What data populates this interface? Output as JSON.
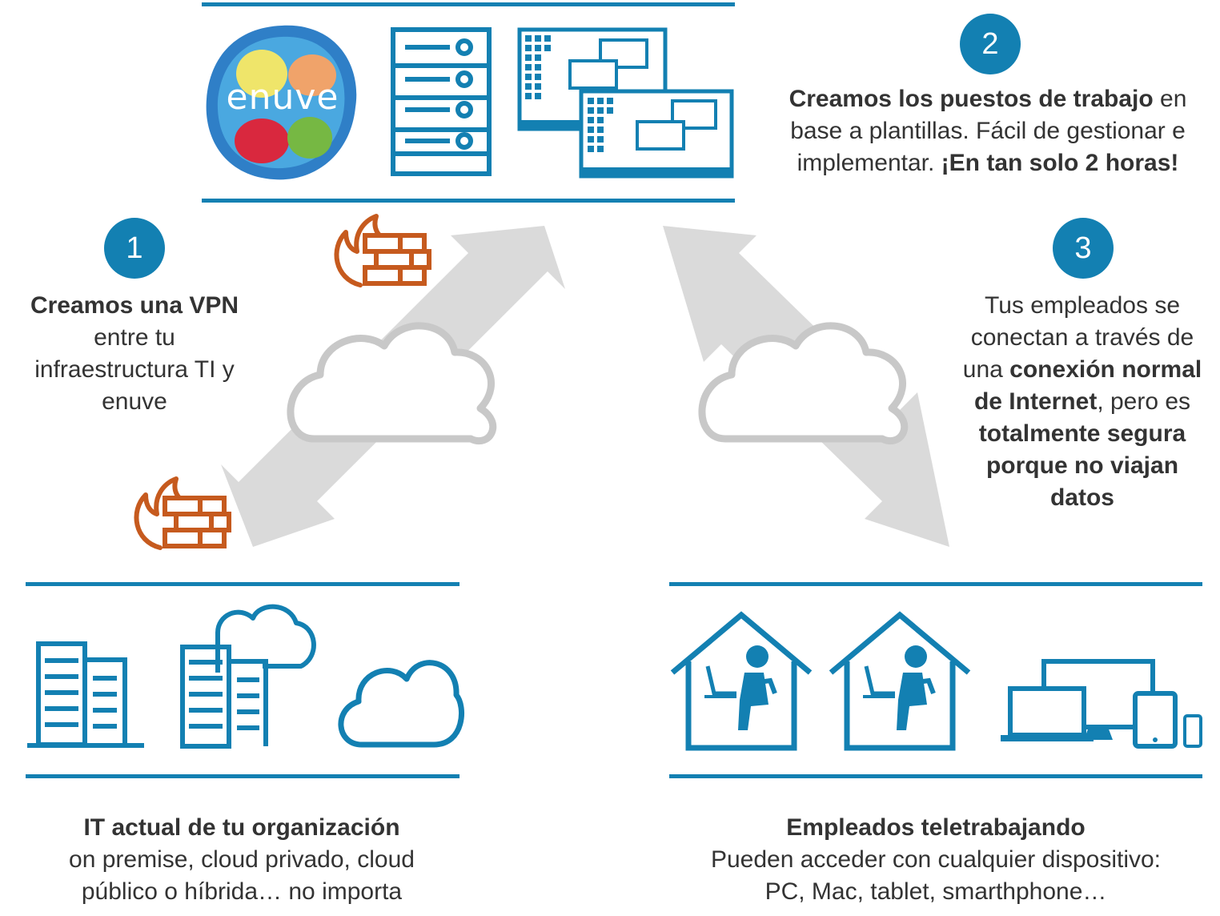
{
  "logo": {
    "text": "enuve"
  },
  "step1": {
    "number": "1",
    "bold": "Creamos una VPN",
    "line2": "entre tu",
    "line3": "infraestructura TI y",
    "line4": "enuve"
  },
  "step2": {
    "number": "2",
    "bold": "Creamos los puestos de trabajo",
    "rest1": " en",
    "line2": "base a plantillas. Fácil de gestionar e",
    "line3_pre": "implementar. ",
    "line3_bold": "¡En tan solo 2 horas!"
  },
  "step3": {
    "number": "3",
    "line1": "Tus empleados se",
    "line2": "conectan a través de",
    "line3_pre": "una ",
    "line3_bold": "conexión normal",
    "line4_bold": "de Internet",
    "line4_rest": ", pero es",
    "line5_bold": "totalmente segura",
    "line6_bold": "porque no viajan",
    "line7_bold": "datos"
  },
  "org": {
    "title": "IT actual de tu organización",
    "line2": "on premise, cloud privado, cloud",
    "line3": "público o híbrida… no importa"
  },
  "employees": {
    "title": "Empleados teletrabajando",
    "line2": "Pueden acceder con cualquier dispositivo:",
    "line3": "PC, Mac, tablet, smarthphone…"
  },
  "colors": {
    "primary": "#1380b2",
    "firewall": "#c65a1e",
    "arrow": "#dadada",
    "cloud_stroke": "#c8c8c8",
    "logo_bg": "#2f7fc7"
  }
}
